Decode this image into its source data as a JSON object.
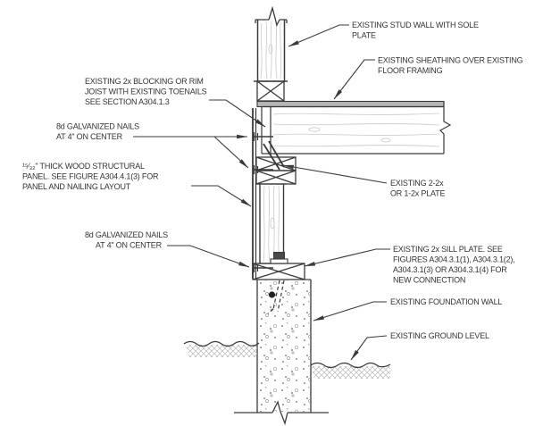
{
  "diagram": {
    "type": "construction-detail-section",
    "colors": {
      "line": "#3a3a3a",
      "text": "#333333",
      "wood_grain": "#c9c9c9",
      "sheathing_fill": "#b6b6b6",
      "hatch": "#b8b8b8",
      "stipple": "#a0a0a0"
    },
    "labels": {
      "stud_wall": {
        "lines": [
          "EXISTING STUD WALL WITH SOLE",
          "PLATE"
        ]
      },
      "sheathing": {
        "lines": [
          "EXISTING SHEATHING OVER EXISTING",
          "FLOOR FRAMING"
        ]
      },
      "blocking": {
        "lines": [
          "EXISTING 2x BLOCKING OR RIM",
          "JOIST WITH EXISTING TOENAILS",
          "SEE SECTION A304.1.3"
        ]
      },
      "nails_upper": {
        "lines": [
          "8d GALVANIZED NAILS",
          "AT 4\" ON CENTER"
        ]
      },
      "panel": {
        "lines": [
          "¹⁵⁄₃₂\" THICK WOOD STRUCTURAL",
          "PANEL. SEE FIGURE A304.4.1(3) FOR",
          "PANEL AND NAILING LAYOUT"
        ]
      },
      "nails_lower": {
        "lines": [
          "8d GALVANIZED NAILS",
          "AT 4\" ON CENTER"
        ]
      },
      "plate": {
        "lines": [
          "EXISTING 2-2x",
          "OR 1-2x PLATE"
        ]
      },
      "sill_plate": {
        "lines": [
          "EXISTING 2x SILL PLATE. SEE",
          "FIGURES A304.3.1(1), A304.3.1(2),",
          "A304.3.1(3) OR A304.3.1(4) FOR",
          "NEW CONNECTION"
        ]
      },
      "foundation": {
        "lines": [
          "EXISTING FOUNDATION WALL"
        ]
      },
      "ground": {
        "lines": [
          "EXISTING GROUND LEVEL"
        ]
      }
    }
  }
}
